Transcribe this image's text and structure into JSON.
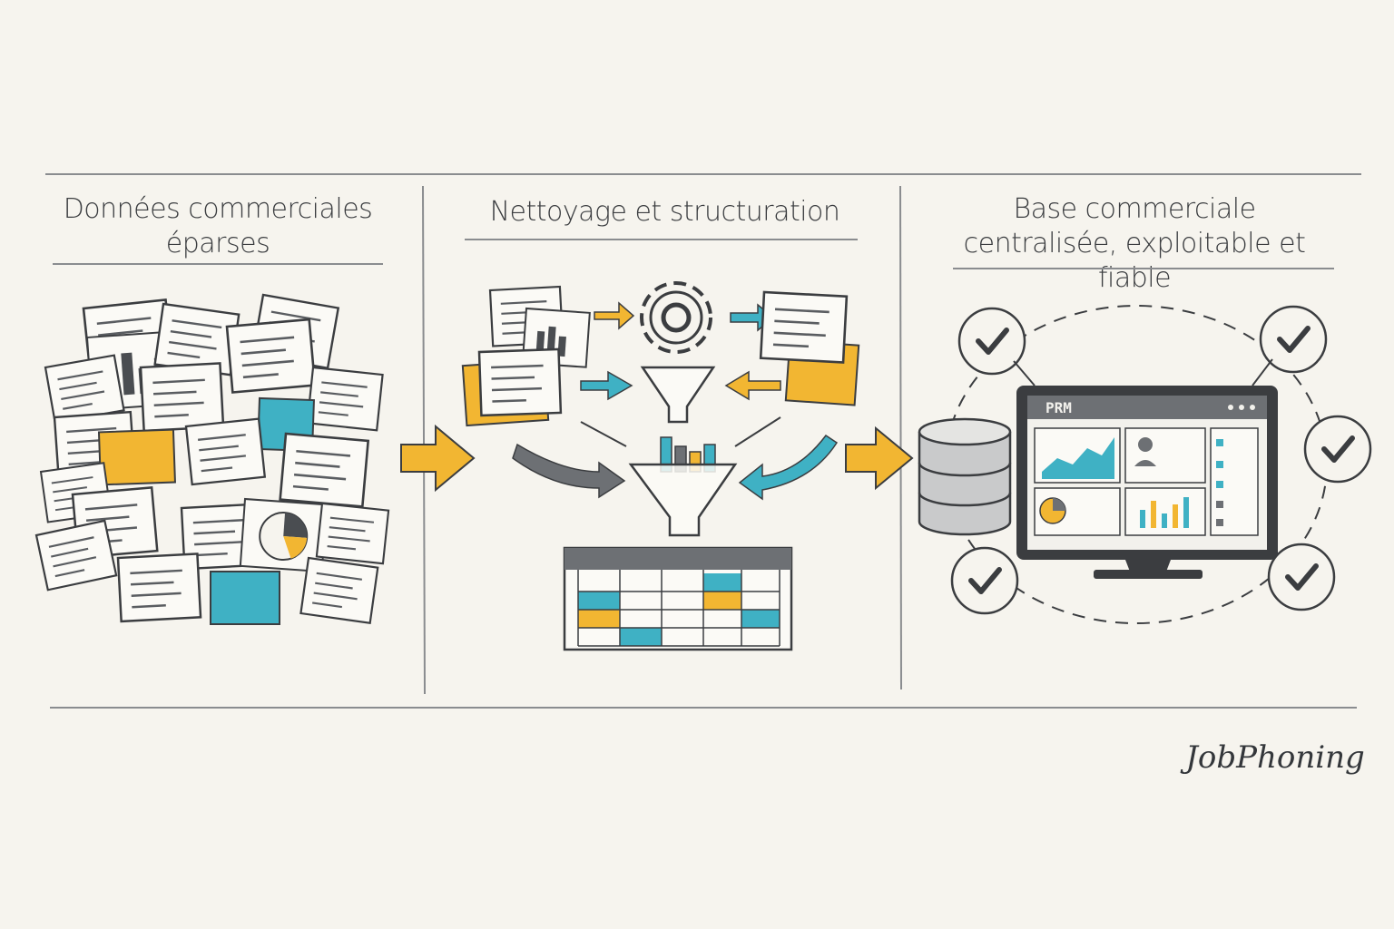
{
  "panels": [
    {
      "title": "Données commerciales éparses"
    },
    {
      "title": "Nettoyage et structuration"
    },
    {
      "title": "Base commerciale centralisée, exploitable et fiable"
    }
  ],
  "monitor": {
    "label": "PRM"
  },
  "brand": {
    "name": "JobPhoning"
  },
  "colors": {
    "ink": "#3b3d40",
    "yellow": "#f2b632",
    "teal": "#3fb1c4",
    "paper": "#f6f4ee"
  }
}
